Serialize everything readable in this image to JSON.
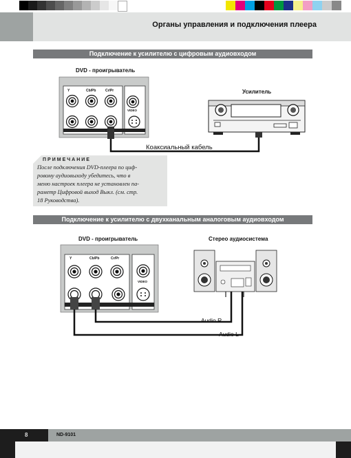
{
  "header": {
    "title": "Органы управления и подключения плеера"
  },
  "section1": {
    "title": "Подключение к усилителю с цифровым аудиовходом",
    "dvd_label": "DVD - проигрыватель",
    "amp_label": "Усилитель",
    "cable_label": "Коаксиальный кабель",
    "panel_labels": {
      "y": "Y",
      "cb": "Cb/Pb",
      "cr": "Cr/Pr",
      "video": "VIDEO"
    }
  },
  "note": {
    "title": "ПРИМЕЧАНИЕ",
    "lines": [
      "После подключения DVD-плеера по циф-",
      "ровому аудиовыходу убедитесь, что в",
      "меню настроек плеера не установлен па-",
      "раметр Цифровой выход Выкл. (см. стр.",
      "18 Руководства)."
    ]
  },
  "section2": {
    "title": "Подключение к усилителю с двухканальным аналоговым аудиовходом",
    "dvd_label": "DVD - проигрыватель",
    "stereo_label": "Стерео аудиосистема",
    "audio_r_label": "Audio R",
    "audio_l_label": "Audio L",
    "panel_labels": {
      "y": "Y",
      "cb": "Cb/Pb",
      "cr": "Cr/Pr",
      "video": "VIDEO"
    }
  },
  "footer": {
    "page_number": "8",
    "model": "ND-9101"
  },
  "colors": {
    "header_band": "#9ea3a2",
    "header_inner": "#e1e3e2",
    "section_bar": "#77797b",
    "note_box": "#e3e4e3",
    "panel_gray": "#c9cbca"
  }
}
